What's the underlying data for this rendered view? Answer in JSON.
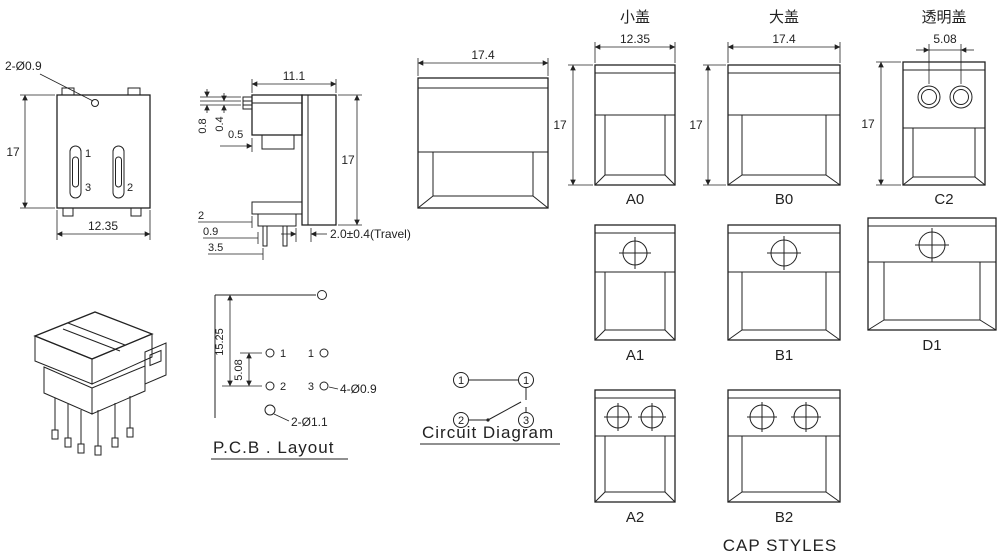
{
  "colors": {
    "line": "#222222",
    "bg": "#ffffff"
  },
  "front_view": {
    "hole_label": "2-Ø0.9",
    "dim_height": "17",
    "dim_width": "12.35",
    "pin_top": "1",
    "pin_bottom_left": "3",
    "pin_bottom_right": "2"
  },
  "side_view": {
    "dim_depth": "11.1",
    "dim_step1": "0.8",
    "dim_step2": "0.4",
    "dim_gap": "0.5",
    "dim_height": "17",
    "dim_row1": "2",
    "dim_row2": "0.9",
    "dim_row3": "3.5",
    "dim_travel": "2.0±0.4(Travel)"
  },
  "cap_front_view": {
    "dim_width": "17.4"
  },
  "pcb_layout": {
    "title": "P.C.B . Layout",
    "dim_vertical": "15.25",
    "dim_pitch": "5.08",
    "pad_left_top": "1",
    "pad_left_mid": "2",
    "pad_right_top": "1",
    "pad_right_mid": "3",
    "holes_small_label": "4-Ø0.9",
    "holes_large_label": "2-Ø1.1"
  },
  "circuit_diagram": {
    "title": "Circuit Diagram",
    "terminal_top_left": "1",
    "terminal_top_right": "1",
    "terminal_bottom_left": "2",
    "terminal_bottom_right": "3"
  },
  "cap_styles": {
    "footer": "CAP STYLES",
    "header_small": "小盖",
    "header_large": "大盖",
    "header_transparent": "透明盖",
    "a0": {
      "label": "A0",
      "dim_w": "12.35",
      "dim_h": "17"
    },
    "b0": {
      "label": "B0",
      "dim_w": "17.4",
      "dim_h": "17"
    },
    "c2": {
      "label": "C2",
      "dim_w": "5.08",
      "dim_h": "17"
    },
    "a1": {
      "label": "A1"
    },
    "b1": {
      "label": "B1"
    },
    "d1": {
      "label": "D1"
    },
    "a2": {
      "label": "A2"
    },
    "b2": {
      "label": "B2"
    }
  }
}
